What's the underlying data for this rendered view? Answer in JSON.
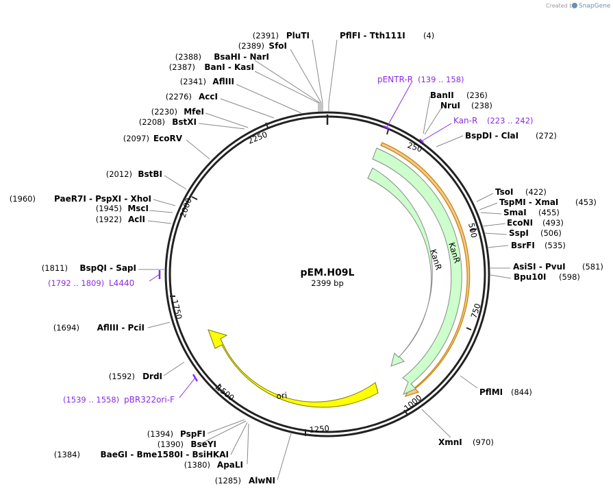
{
  "brand": {
    "prefix": "Created by",
    "name": "SnapGene"
  },
  "plasmid": {
    "name": "pEM.H09L",
    "size_label": "2399 bp"
  },
  "ring_ticks": [
    {
      "label": "250"
    },
    {
      "label": "500"
    },
    {
      "label": "750"
    },
    {
      "label": "1000"
    },
    {
      "label": "1250"
    },
    {
      "label": "1500"
    },
    {
      "label": "1750"
    },
    {
      "label": "2000"
    },
    {
      "label": "2250"
    }
  ],
  "features": [
    {
      "name": "KanR",
      "color": "#ccffcc",
      "stroke": "#888888"
    },
    {
      "name": "KanR",
      "color": "#ccffcc",
      "stroke": "#888888"
    },
    {
      "name": "ori",
      "color": "#ffff00",
      "stroke": "#777700"
    }
  ],
  "highlight": {
    "color": "#e8a33a"
  },
  "primers": [
    {
      "range": "(139 .. 158)",
      "name": "pENTR-R"
    },
    {
      "range": "(223 .. 242)",
      "name": "Kan-R"
    },
    {
      "range": "(1792 .. 1809)",
      "name": "L4440"
    },
    {
      "range": "(1539 .. 1558)",
      "name": "pBR322ori-F"
    }
  ],
  "sites": [
    {
      "pos": "(2391)",
      "names": "PluTI"
    },
    {
      "pos": "(4)",
      "names": "PflFI  -  Tth111I"
    },
    {
      "pos": "(2389)",
      "names": "SfoI"
    },
    {
      "pos": "(2388)",
      "names": "BsaHI  -  NarI"
    },
    {
      "pos": "(2387)",
      "names": "BanI  -  KasI"
    },
    {
      "pos": "(2341)",
      "names": "AflIII"
    },
    {
      "pos": "(2276)",
      "names": "AccI"
    },
    {
      "pos": "(2230)",
      "names": "MfeI"
    },
    {
      "pos": "(2208)",
      "names": "BstXI"
    },
    {
      "pos": "(2097)",
      "names": "EcoRV"
    },
    {
      "pos": "(2012)",
      "names": "BstBI"
    },
    {
      "pos": "(1960)",
      "names": "PaeR7I  -  PspXI  -  XhoI"
    },
    {
      "pos": "(1945)",
      "names": "MscI"
    },
    {
      "pos": "(1922)",
      "names": "AclI"
    },
    {
      "pos": "(1811)",
      "names": "BspQI  -  SapI"
    },
    {
      "pos": "(1694)",
      "names": "AflIII  -  PciI"
    },
    {
      "pos": "(1592)",
      "names": "DrdI"
    },
    {
      "pos": "(1394)",
      "names": "PspFI"
    },
    {
      "pos": "(1390)",
      "names": "BseYI"
    },
    {
      "pos": "(1384)",
      "names": "BaeGI  -  Bme1580I  -  BsiHKAI"
    },
    {
      "pos": "(1380)",
      "names": "ApaLI"
    },
    {
      "pos": "(1285)",
      "names": "AlwNI"
    },
    {
      "pos": "(236)",
      "names": "BanII"
    },
    {
      "pos": "(238)",
      "names": "NruI"
    },
    {
      "pos": "(272)",
      "names": "BspDI  -  ClaI"
    },
    {
      "pos": "(422)",
      "names": "TsoI"
    },
    {
      "pos": "(453)",
      "names": "TspMI  -  XmaI"
    },
    {
      "pos": "(455)",
      "names": "SmaI"
    },
    {
      "pos": "(493)",
      "names": "EcoNI"
    },
    {
      "pos": "(506)",
      "names": "SspI"
    },
    {
      "pos": "(535)",
      "names": "BsrFI"
    },
    {
      "pos": "(581)",
      "names": "AsiSI  -  PvuI"
    },
    {
      "pos": "(598)",
      "names": "Bpu10I"
    },
    {
      "pos": "(844)",
      "names": "PflMI"
    },
    {
      "pos": "(970)",
      "names": "XmnI"
    }
  ]
}
